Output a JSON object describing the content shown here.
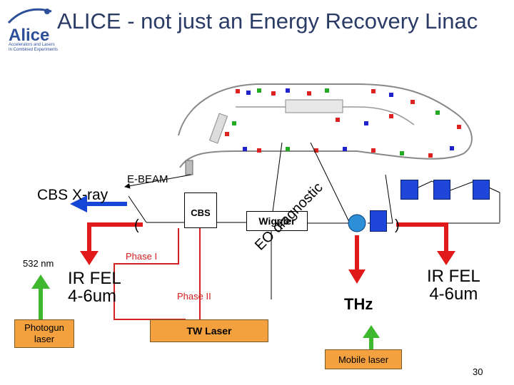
{
  "title": "ALICE - not just an Energy Recovery Linac",
  "logo": {
    "name": "Alice",
    "subtitle_line1": "Accelerators and Lasers",
    "subtitle_line2": "In Combined Experiments"
  },
  "labels": {
    "ebeam": "E-BEAM",
    "cbs_xray": "CBS X-ray",
    "cbs": "CBS",
    "wiggler": "Wiggler",
    "eo_diagnostic": "EO diagnostic",
    "phase1": "Phase I",
    "phase2": "Phase II",
    "nm532": "532 nm",
    "ir_fel_left_1": "IR FEL",
    "ir_fel_left_2": "4-6um",
    "ir_fel_right_1": "IR FEL",
    "ir_fel_right_2": "4-6um",
    "thz": "THz",
    "photogun_1": "Photogun",
    "photogun_2": "laser",
    "tw_laser": "TW Laser",
    "mobile_laser": "Mobile laser",
    "page_number": "30"
  },
  "colors": {
    "arrow_red": "#e01a1a",
    "arrow_blue": "#1546d6",
    "arrow_green": "#3fb82f",
    "box_orange": "#f3a03f",
    "square_blue": "#1e46d8",
    "title_color": "#2a3b66"
  }
}
